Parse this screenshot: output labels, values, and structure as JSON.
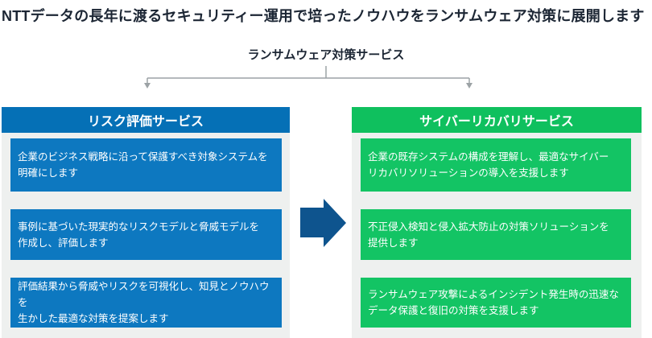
{
  "title": "NTTデータの長年に渡るセキュリティー運用で培ったノウハウをランサムウェア対策に展開します",
  "bracket": {
    "label": "ランサムウェア対策サービス"
  },
  "columns": {
    "risk": {
      "header": "リスク評価サービス",
      "items": [
        "企業のビジネス戦略に沿って保護すべき対象システムを\n明確にします",
        "事例に基づいた現実的なリスクモデルと脅威モデルを\n作成し、評価します",
        "評価結果から脅威やリスクを可視化し、知見とノウハウを\n生かした最適な対策を提案します"
      ]
    },
    "recovery": {
      "header": "サイバーリカバリサービス",
      "items": [
        "企業の既存システムの構成を理解し、最適なサイバー\nリカバリソリューションの導入を支援します",
        "不正侵入検知と侵入拡大防止の対策ソリューションを\n提供します",
        "ランサムウェア攻撃によるインシデント発生時の迅速な\nデータ保護と復旧の対策を支援します"
      ]
    }
  },
  "icons": {
    "flow_arrow": "right-arrow",
    "bracket_ends": "down-arrows"
  },
  "colors": {
    "title_text": "#1c2634",
    "blue_header": "#0570b6",
    "blue_box": "#0d78c0",
    "green_header": "#0fc05e",
    "green_box": "#13c464",
    "panel_background": "#eef0ef",
    "bracket_line": "#9ca2a5",
    "arrow": "#0e548e"
  }
}
